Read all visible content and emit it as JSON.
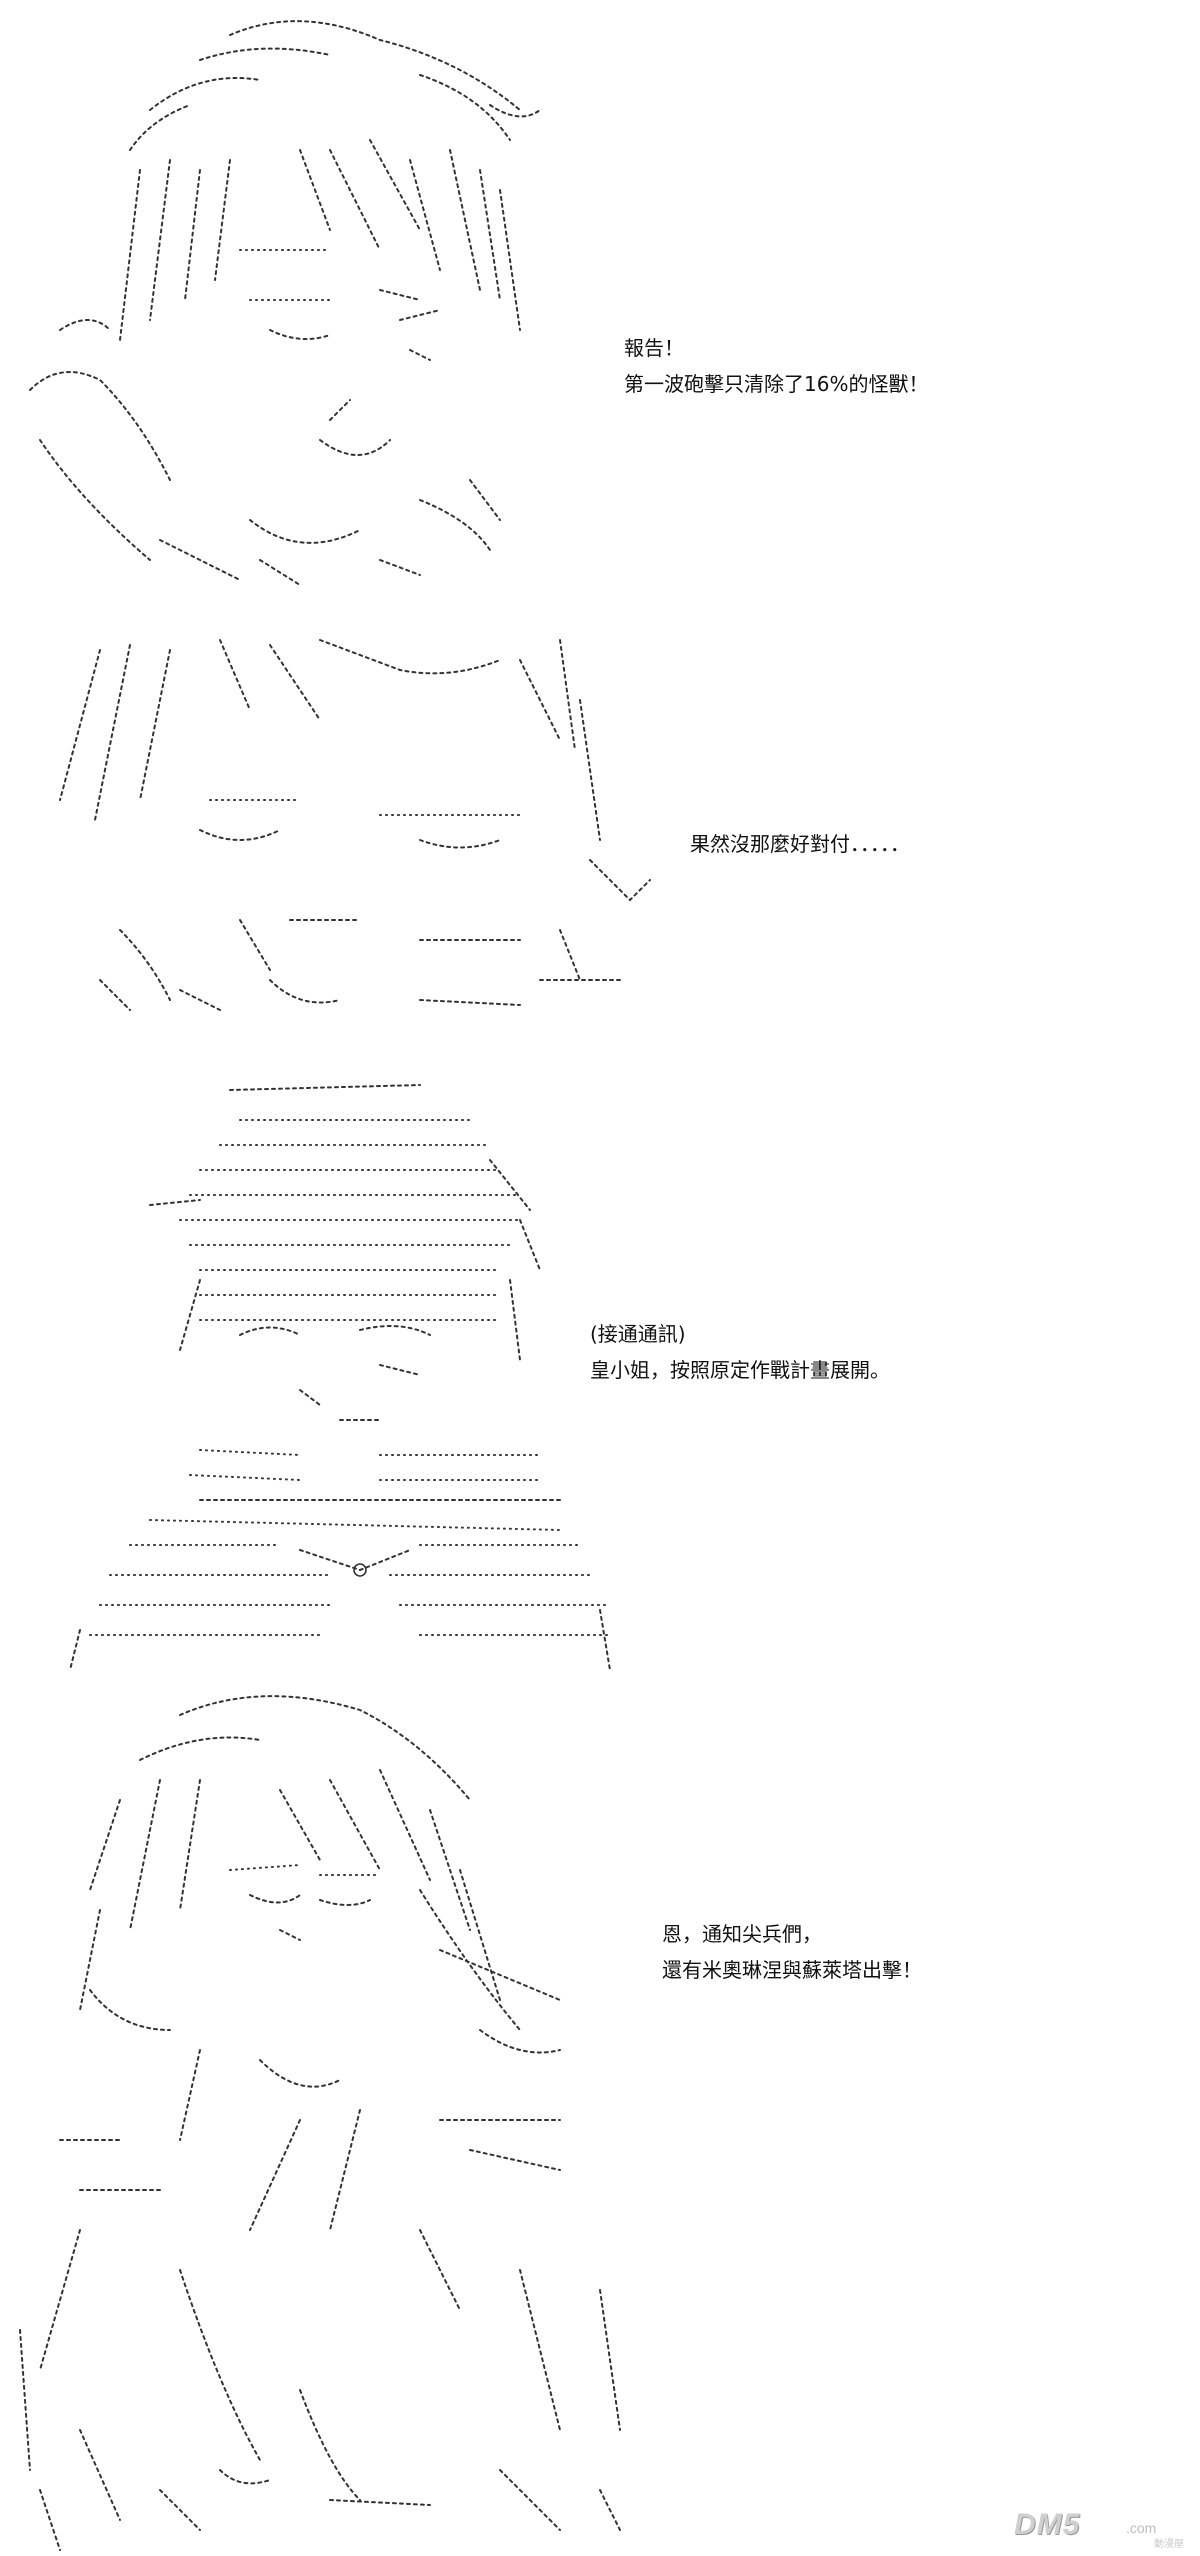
{
  "panels": [
    {
      "id": "panel-1",
      "lines": [
        "報告！",
        "第一波砲擊只清除了16%的怪獸！"
      ]
    },
    {
      "id": "panel-2",
      "lines": [
        "果然沒那麼好對付．．．．．"
      ]
    },
    {
      "id": "panel-3",
      "lines": [
        "(接通通訊)",
        "皇小姐，按照原定作戰計畫展開。"
      ]
    },
    {
      "id": "panel-4",
      "lines": [
        "恩，通知尖兵們，",
        "還有米奧琳涅與蘇萊塔出擊！"
      ]
    }
  ],
  "watermark": {
    "main": "DM5",
    "suffix": ".com",
    "sub": "動漫屋"
  }
}
